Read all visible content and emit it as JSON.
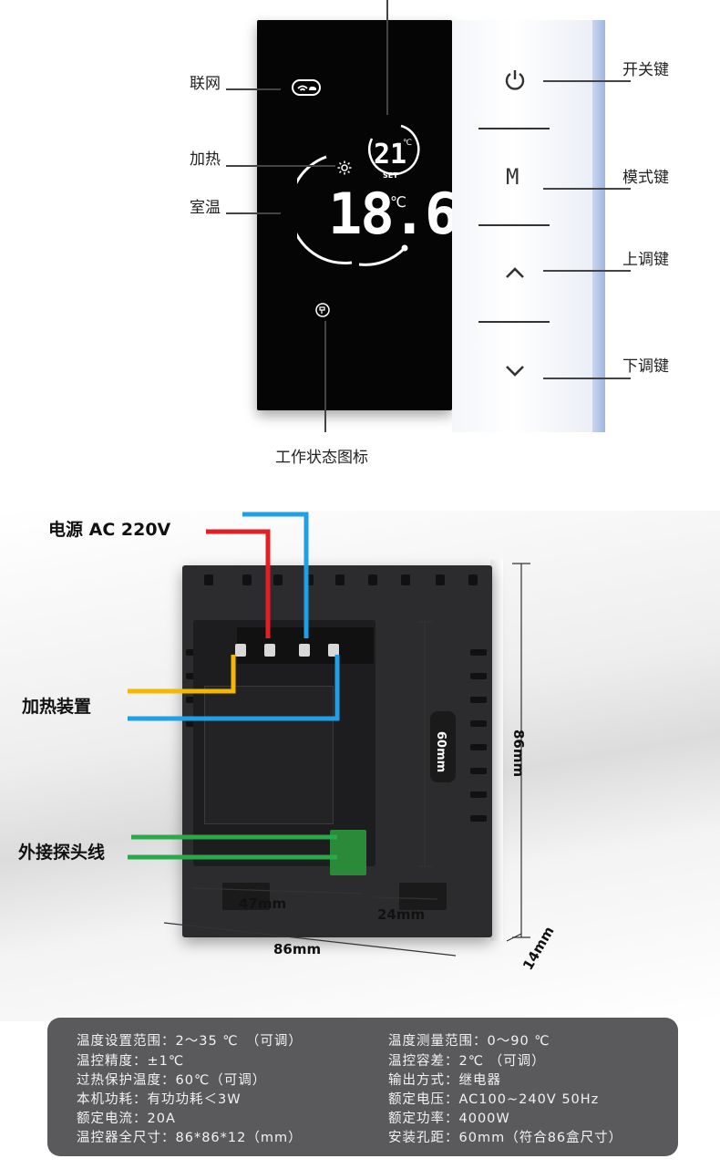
{
  "top_labels": {
    "network": "联网",
    "heating": "加热",
    "room_temp": "室温",
    "work_status_icon": "工作状态图标",
    "power_key": "开关键",
    "mode_key": "模式键",
    "up_key": "上调键",
    "down_key": "下调键"
  },
  "display": {
    "room_temp": "18.6",
    "room_unit": "℃",
    "set_temp": "21",
    "set_unit": "℃",
    "set_label": "SET"
  },
  "keys": {
    "mode_glyph": "M"
  },
  "wiring_labels": {
    "power": "电源 AC 220V",
    "heater": "加热装置",
    "probe": "外接探头线"
  },
  "dimensions": {
    "height": "86mm",
    "width": "86mm",
    "depth": "14mm",
    "hole_spacing": "60mm",
    "module_width": "47mm",
    "terminal_width": "24mm"
  },
  "specs_left": [
    "温度设置范围：2～35 ℃　（可调）",
    "温控精度：±1℃",
    "过热保护温度：60℃（可调）",
    "本机功耗：有功功耗＜3W",
    "额定电流：20A",
    "温控器全尺寸：86*86*12（mm）"
  ],
  "specs_right": [
    "温度测量范围：0～90 ℃",
    "温控容差：2℃ （可调）",
    "输出方式：继电器",
    "额定电压：AC100~240V 50Hz",
    "额定功率：4000W",
    "安装孔距：60mm（符合86盒尺寸）"
  ],
  "colors": {
    "wire_red": "#e41e25",
    "wire_blue": "#1ea0e6",
    "wire_yellow": "#f5b800",
    "wire_green": "#2aa84a",
    "spec_bg": "#5a5a5c"
  }
}
